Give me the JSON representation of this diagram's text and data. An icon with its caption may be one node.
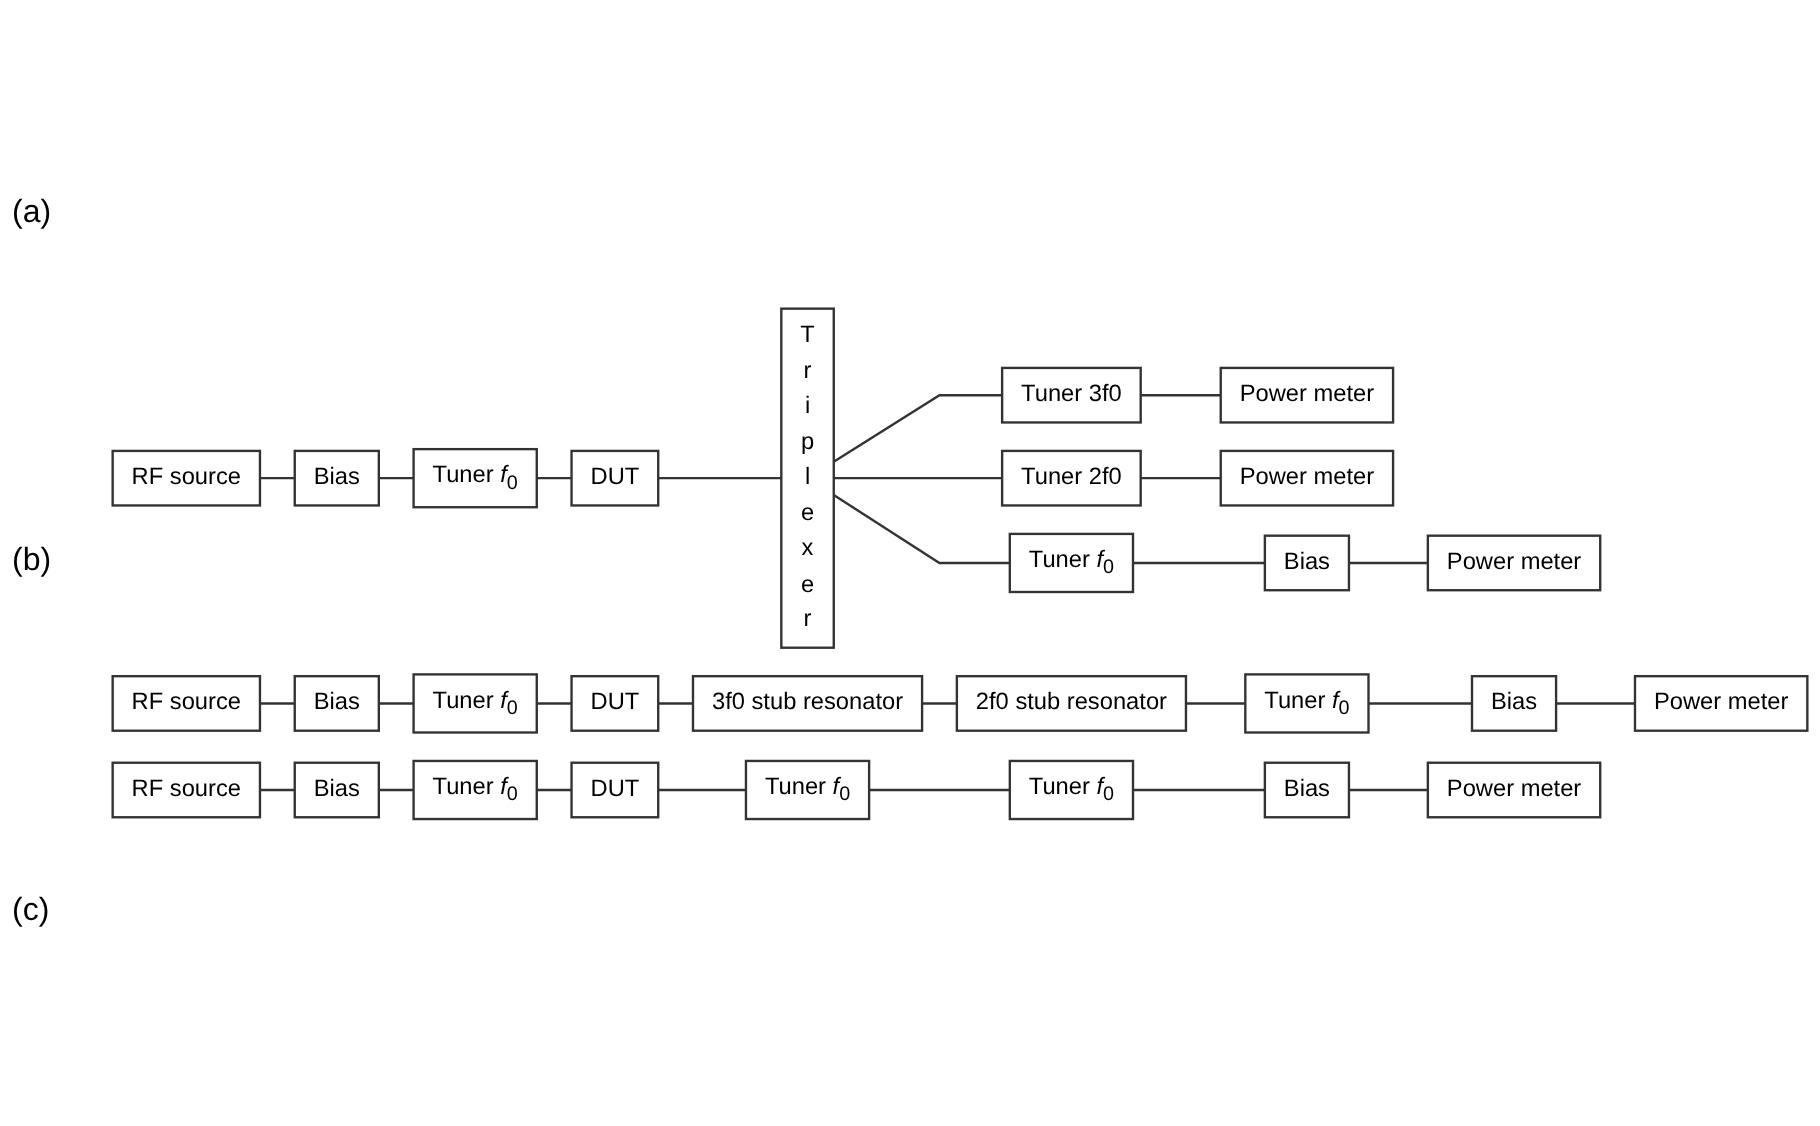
{
  "diagram": {
    "nodes": [
      {
        "text": [
          "RF source"
        ]
      },
      {
        "text": [
          "Bias"
        ]
      },
      {
        "text": [
          "Tuner *f*$_{0}$"
        ]
      },
      {
        "text": [
          "DUT"
        ]
      },
      {
        "text": [
          "Triplexer"
        ]
      },
      {
        "text": [
          "Tuner 3f0"
        ]
      },
      {
        "text": [
          "Power meter"
        ]
      },
      {
        "text": [
          "Tuner 2f0"
        ]
      },
      {
        "text": [
          "Power meter"
        ]
      },
      {
        "text": [
          "Tuner *f*$_{0}$"
        ]
      },
      {
        "text": [
          "Bias"
        ]
      },
      {
        "text": [
          "Power meter"
        ]
      },
      {
        "text": [
          "RF source"
        ]
      },
      {
        "text": [
          "Bias"
        ]
      },
      {
        "text": [
          "Tuner *f*$_{0}$"
        ]
      },
      {
        "text": [
          "DUT"
        ]
      },
      {
        "text": [
          "3f0 stub resonator"
        ]
      },
      {
        "text": [
          "2f0 stub resonator"
        ]
      },
      {
        "text": [
          "Tuner *f*$_{0}$"
        ]
      },
      {
        "text": [
          "Bias"
        ]
      },
      {
        "text": [
          "Power meter"
        ]
      },
      {
        "text": [
          "RF source"
        ]
      },
      {
        "text": [
          "Bias"
        ]
      },
      {
        "text": [
          "Tuner *f*$_{0}$"
        ]
      },
      {
        "text": [
          "DUT"
        ]
      },
      {
        "text": [
          "Tuner *f*$_{0}$"
        ]
      },
      {
        "text": [
          "Tuner *f*$_{0}$"
        ]
      },
      {
        "text": [
          "Bias"
        ]
      },
      {
        "text": [
          "Power meter"
        ]
      }
    ],
    "edges": [
      {
        "from": 0,
        "to": 1,
        "arrow": "none"
      },
      {
        "from": 1,
        "to": 2,
        "arrow": "none"
      },
      {
        "from": 2,
        "to": 3,
        "arrow": "none"
      },
      {
        "from": 3,
        "to": 4,
        "arrow": "none"
      },
      {
        "from": 4,
        "to": 5,
        "arrow": "none"
      },
      {
        "from": 5,
        "to": 6,
        "arrow": "none"
      },
      {
        "from": 4,
        "to": 7,
        "arrow": "none"
      },
      {
        "from": 7,
        "to": 8,
        "arrow": "none"
      },
      {
        "from": 4,
        "to": 9,
        "arrow": "none"
      },
      {
        "from": 9,
        "to": 10,
        "arrow": "none"
      },
      {
        "from": 10,
        "to": 11,
        "arrow": "none"
      },
      {
        "from": 12,
        "to": 13,
        "arrow": "none"
      },
      {
        "from": 13,
        "to": 14,
        "arrow": "none"
      },
      {
        "from": 14,
        "to": 15,
        "arrow": "none"
      },
      {
        "from": 15,
        "to": 16,
        "arrow": "none"
      },
      {
        "from": 16,
        "to": 17,
        "arrow": "none"
      },
      {
        "from": 17,
        "to": 18,
        "arrow": "none"
      },
      {
        "from": 18,
        "to": 19,
        "arrow": "none"
      },
      {
        "from": 19,
        "to": 20,
        "arrow": "none"
      },
      {
        "from": 21,
        "to": 22,
        "arrow": "none"
      },
      {
        "from": 22,
        "to": 23,
        "arrow": "none"
      },
      {
        "from": 23,
        "to": 24,
        "arrow": "none"
      },
      {
        "from": 24,
        "to": 25,
        "arrow": "none"
      },
      {
        "from": 25,
        "to": 26,
        "arrow": "none"
      },
      {
        "from": 26,
        "to": 27,
        "arrow": "none"
      },
      {
        "from": 27,
        "to": 28,
        "arrow": "none"
      }
    ],
    "labels": [
      "(a)",
      "(b)",
      "(c)"
    ]
  }
}
